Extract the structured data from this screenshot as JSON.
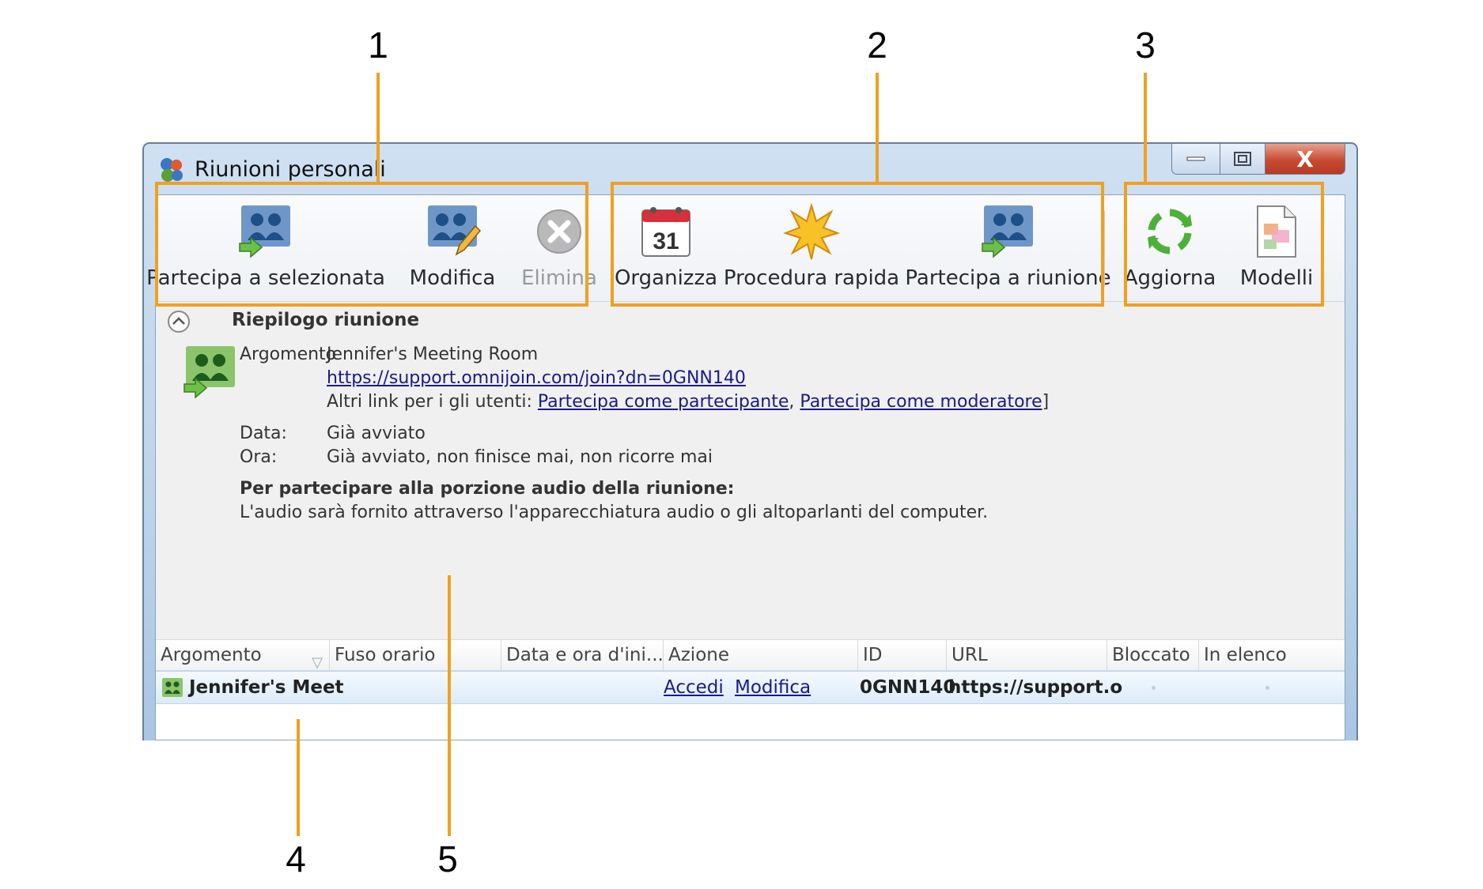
{
  "window": {
    "title": "Riunioni personali"
  },
  "window_controls": {
    "close_glyph": "X"
  },
  "toolbar": {
    "join_selected": {
      "label": "Partecipa a selezionata",
      "icon": "join-selected-icon"
    },
    "edit": {
      "label": "Modifica",
      "icon": "edit-meeting-icon"
    },
    "delete": {
      "label": "Elimina",
      "icon": "delete-icon",
      "disabled": true
    },
    "schedule": {
      "label": "Organizza",
      "icon": "calendar-icon",
      "calendar_day": "31"
    },
    "quick_start": {
      "label": "Procedura rapida",
      "icon": "starburst-icon"
    },
    "join_meeting": {
      "label": "Partecipa a riunione",
      "icon": "join-meeting-icon"
    },
    "refresh": {
      "label": "Aggiorna",
      "icon": "refresh-icon"
    },
    "templates": {
      "label": "Modelli",
      "icon": "templates-icon"
    }
  },
  "summary": {
    "heading": "Riepilogo riunione",
    "topic_label": "Argomento",
    "topic_value": "Jennifer's Meeting Room",
    "url": "https://support.omnijoin.com/join?dn=0GNN140",
    "other_links_label": "Altri link per i gli utenti:",
    "link_participant": "Partecipa come partecipante",
    "link_separator": ",",
    "link_moderator": "Partecipa come moderatore",
    "link_close": "]",
    "date_label": "Data:",
    "date_value": "Già avviato",
    "time_label": "Ora:",
    "time_value": "Già avviato, non finisce mai, non ricorre mai",
    "audio_heading": "Per partecipare alla porzione audio della riunione:",
    "audio_text": "L'audio sarà fornito attraverso l'apparecchiatura audio o gli altoparlanti del computer."
  },
  "grid": {
    "columns": [
      "Argomento",
      "Fuso orario",
      "Data e ora d'ini...",
      "Azione",
      "ID",
      "URL",
      "Bloccato",
      "In elenco"
    ],
    "rows": [
      {
        "topic": "Jennifer's Meet",
        "timezone": "",
        "start": "",
        "action_access": "Accedi",
        "action_edit": "Modifica",
        "id": "0GNN140",
        "url": "https://support.o",
        "locked": "",
        "listed": ""
      }
    ]
  },
  "callouts": [
    "1",
    "2",
    "3",
    "4",
    "5"
  ],
  "colors": {
    "callout": "#F0A020",
    "link": "#1a1a8a",
    "title_bar": "#bcd4ec"
  }
}
